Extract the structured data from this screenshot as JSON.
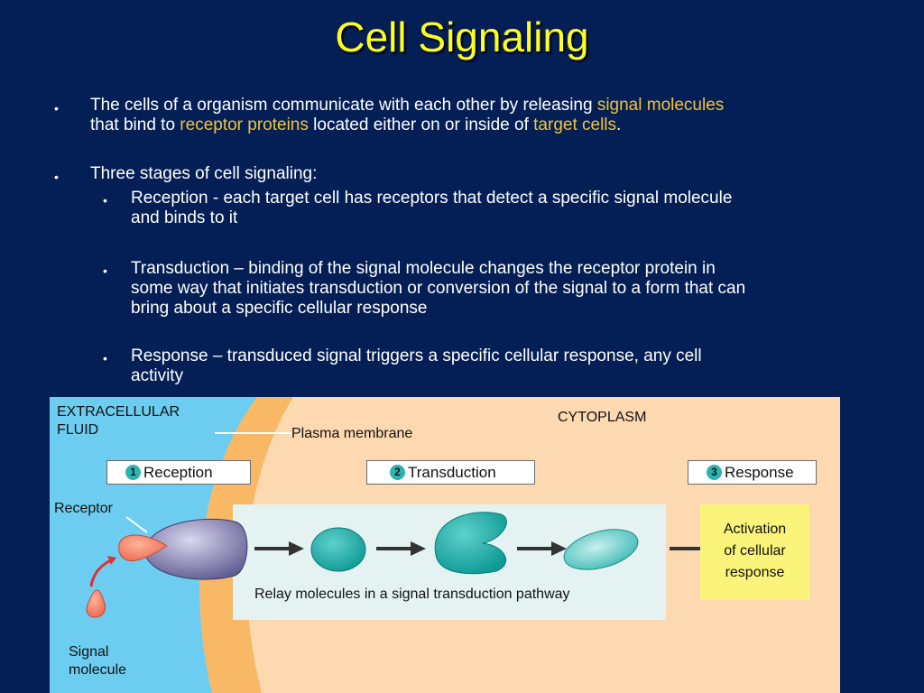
{
  "slide": {
    "title": "Cell Signaling",
    "bullet1": {
      "part1": "The cells of a organism communicate with each other by releasing ",
      "hl1": "signal molecules",
      "part2": "that bind to ",
      "hl2": "receptor proteins",
      "part3": " located either on or inside of ",
      "hl3": "target cells",
      "part4": "."
    },
    "bullet2": "Three stages of cell signaling:",
    "sub_bullets": [
      {
        "line1": "Reception - each target cell has receptors that detect a specific signal molecule",
        "line2": "and binds to it"
      },
      {
        "line1": "Transduction – binding of the signal molecule changes the receptor protein in",
        "line2": "some way that initiates transduction or conversion of the signal to a form that can",
        "line3": "bring about a specific cellular response"
      },
      {
        "line1": "Response – transduced signal triggers a specific cellular response, any cell",
        "line2": "activity"
      }
    ],
    "bullet_char": "•",
    "highlight_color": "#f2c23a",
    "title_color": "#ffff1e"
  },
  "diagram": {
    "extracellular_line1": "EXTRACELLULAR",
    "extracellular_line2": "FLUID",
    "cytoplasm": "CYTOPLASM",
    "plasma_membrane": "Plasma membrane",
    "stages": [
      {
        "num": "1",
        "label": "Reception"
      },
      {
        "num": "2",
        "label": "Transduction"
      },
      {
        "num": "3",
        "label": "Response"
      }
    ],
    "receptor": "Receptor",
    "signal_line1": "Signal",
    "signal_line2": "molecule",
    "relay_caption": "Relay molecules in a signal transduction pathway",
    "activation_line1": "Activation",
    "activation_line2": "of cellular",
    "activation_line3": "response"
  }
}
